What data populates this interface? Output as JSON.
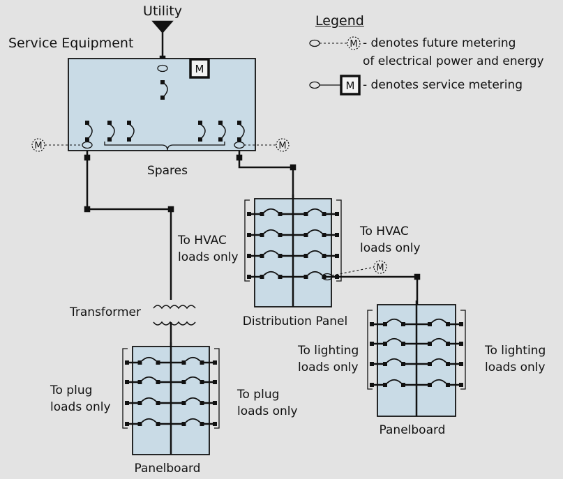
{
  "labels": {
    "utility": "Utility",
    "service_equipment": "Service Equipment",
    "spares": "Spares",
    "transformer": "Transformer",
    "distribution_panel": "Distribution Panel",
    "panelboard_left": "Panelboard",
    "panelboard_right": "Panelboard",
    "hvac_left_1": "To HVAC",
    "hvac_left_2": "loads only",
    "hvac_right_1": "To HVAC",
    "hvac_right_2": "loads only",
    "plug_left_1": "To plug",
    "plug_left_2": "loads only",
    "plug_right_1": "To plug",
    "plug_right_2": "loads only",
    "light_left_1": "To lighting",
    "light_left_2": "loads only",
    "light_right_1": "To lighting",
    "light_right_2": "loads only"
  },
  "legend": {
    "title": "Legend",
    "future_line1": "- denotes future metering",
    "future_line2": "of electrical power and energy",
    "service": "- denotes service metering"
  },
  "symbols": {
    "meter_letter": "M"
  },
  "colors": {
    "background": "#e3e3e3",
    "panel_fill": "#c9dbe6",
    "line": "#111111"
  }
}
